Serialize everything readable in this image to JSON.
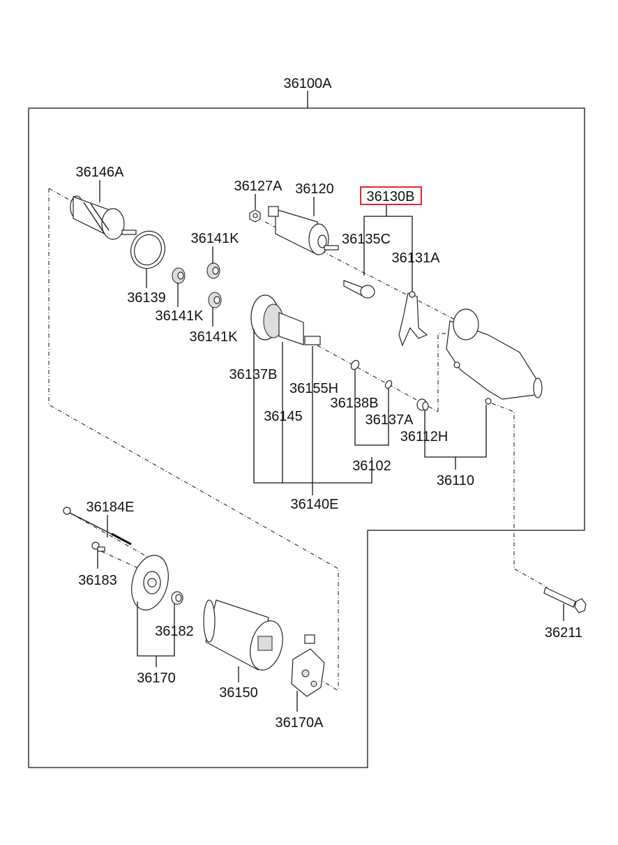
{
  "diagram": {
    "title_part": "36100A",
    "highlight_color": "#e8242b",
    "highlighted_part": "36130B",
    "labels": {
      "p36100A": "36100A",
      "p36146A": "36146A",
      "p36139": "36139",
      "p36141K_a": "36141K",
      "p36141K_b": "36141K",
      "p36141K_c": "36141K",
      "p36127A": "36127A",
      "p36120": "36120",
      "p36130B": "36130B",
      "p36135C": "36135C",
      "p36131A": "36131A",
      "p36137B": "36137B",
      "p36145": "36145",
      "p36155H": "36155H",
      "p36138B": "36138B",
      "p36137A": "36137A",
      "p36112H": "36112H",
      "p36102": "36102",
      "p36110": "36110",
      "p36140E": "36140E",
      "p36184E": "36184E",
      "p36183": "36183",
      "p36182": "36182",
      "p36170": "36170",
      "p36150": "36150",
      "p36170A": "36170A",
      "p36211": "36211"
    }
  }
}
